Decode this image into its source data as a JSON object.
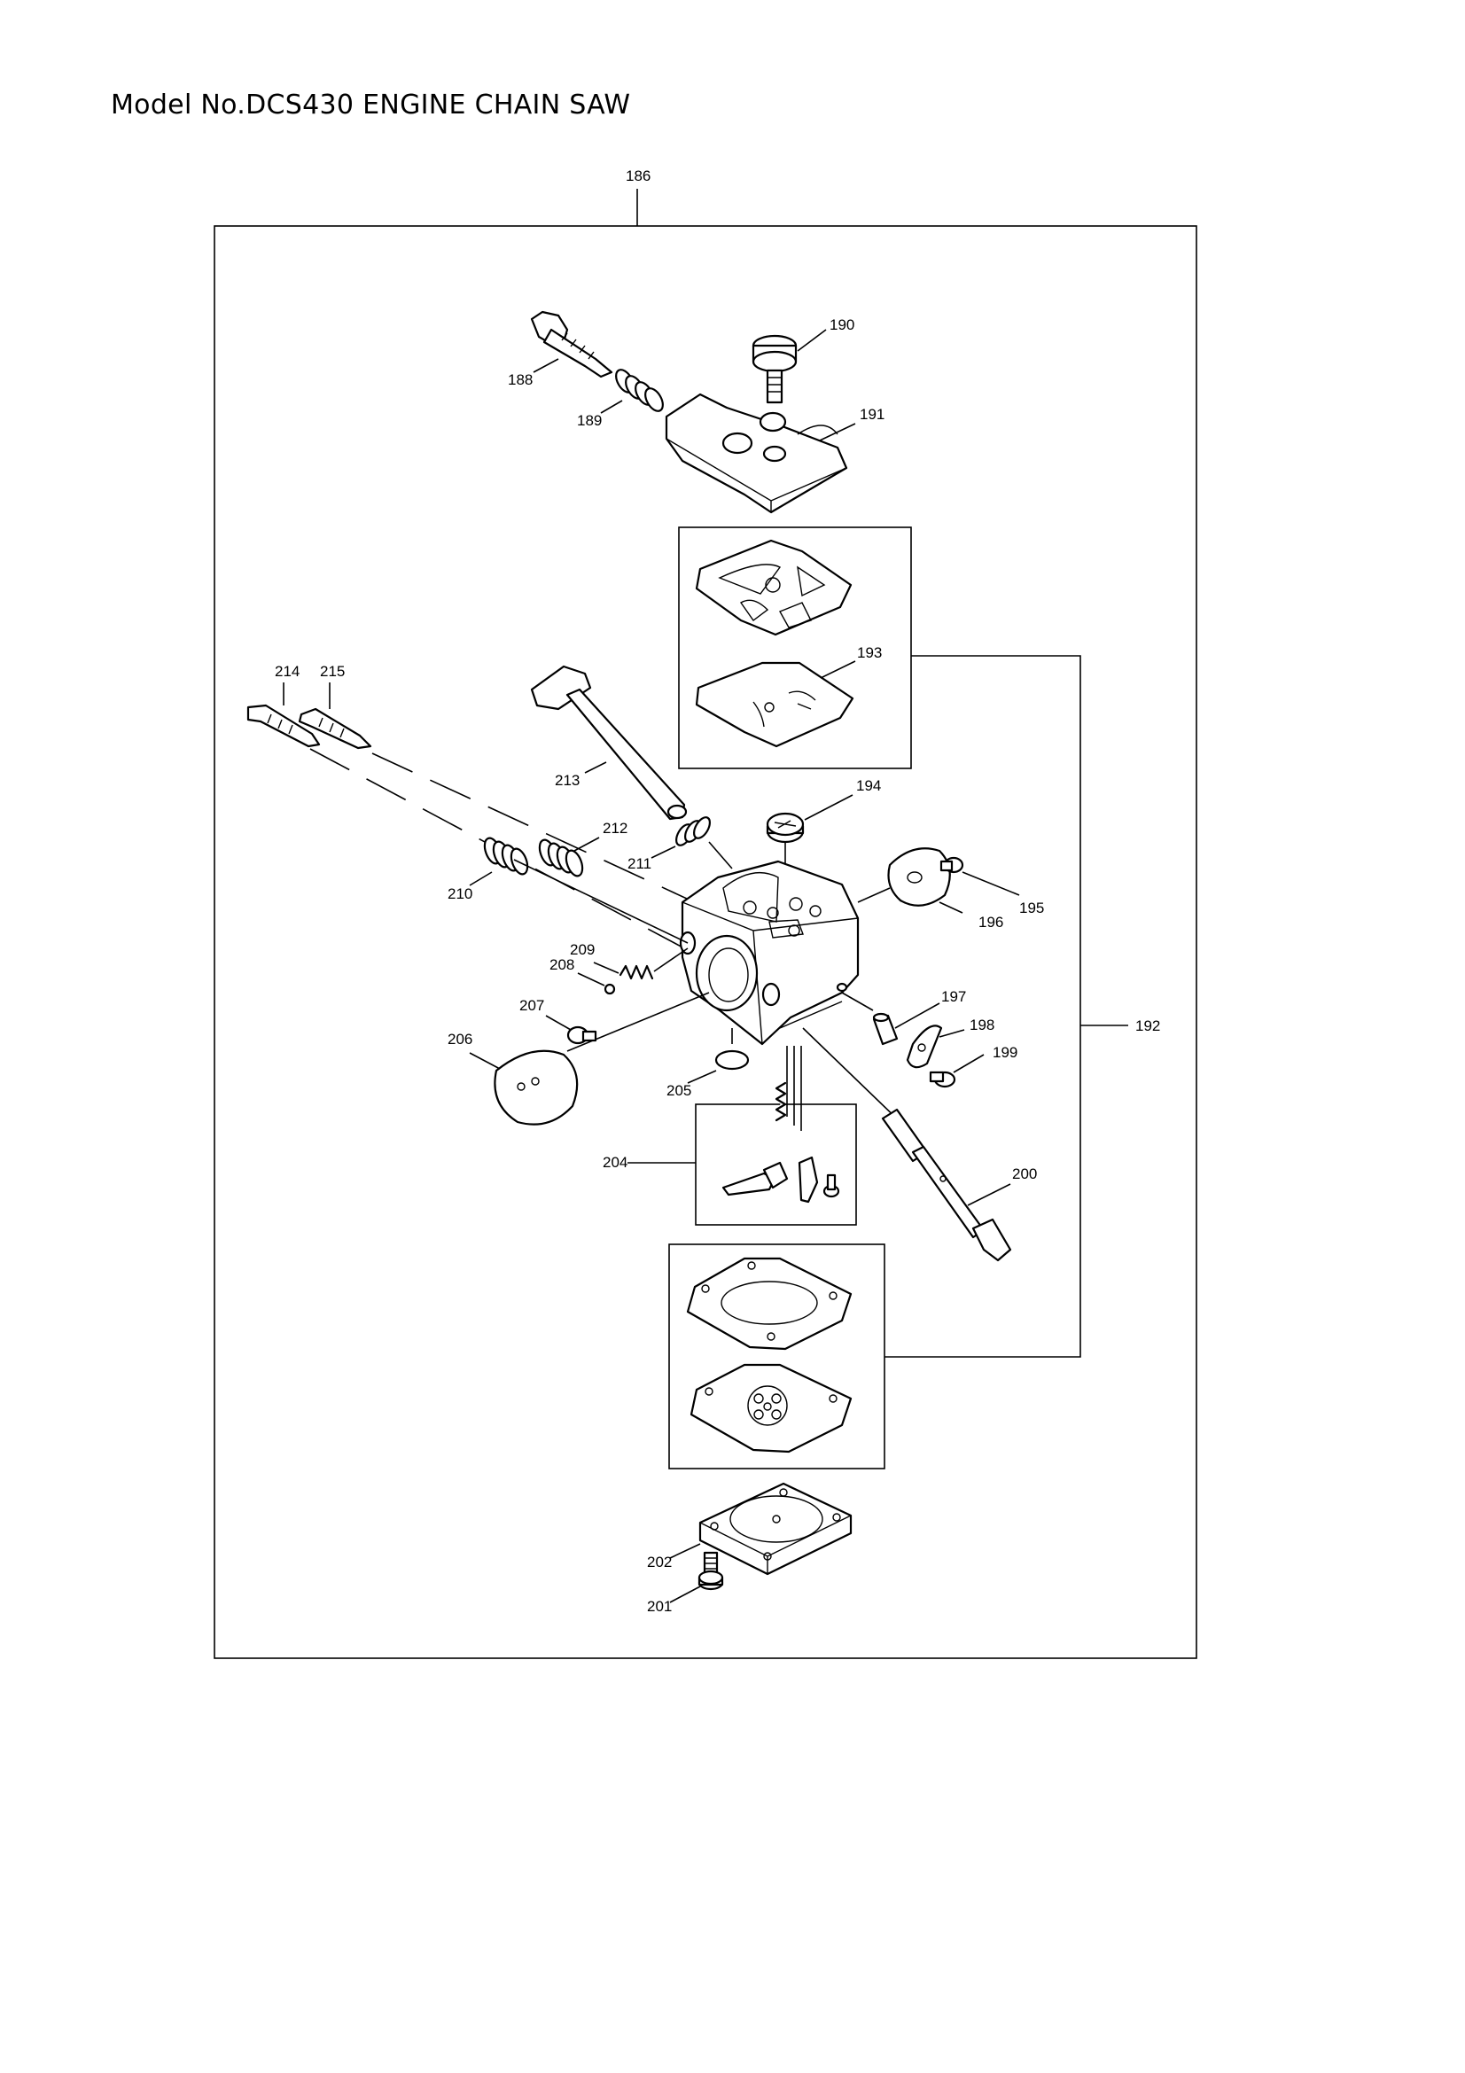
{
  "title": "Model No.DCS430 ENGINE CHAIN SAW",
  "callouts": {
    "c186": "186",
    "c188": "188",
    "c189": "189",
    "c190": "190",
    "c191": "191",
    "c192": "192",
    "c193": "193",
    "c194": "194",
    "c195": "195",
    "c196": "196",
    "c197": "197",
    "c198": "198",
    "c199": "199",
    "c200": "200",
    "c201": "201",
    "c202": "202",
    "c204": "204",
    "c205": "205",
    "c206": "206",
    "c207": "207",
    "c208": "208",
    "c209": "209",
    "c210": "210",
    "c211": "211",
    "c212": "212",
    "c213": "213",
    "c214": "214",
    "c215": "215"
  }
}
